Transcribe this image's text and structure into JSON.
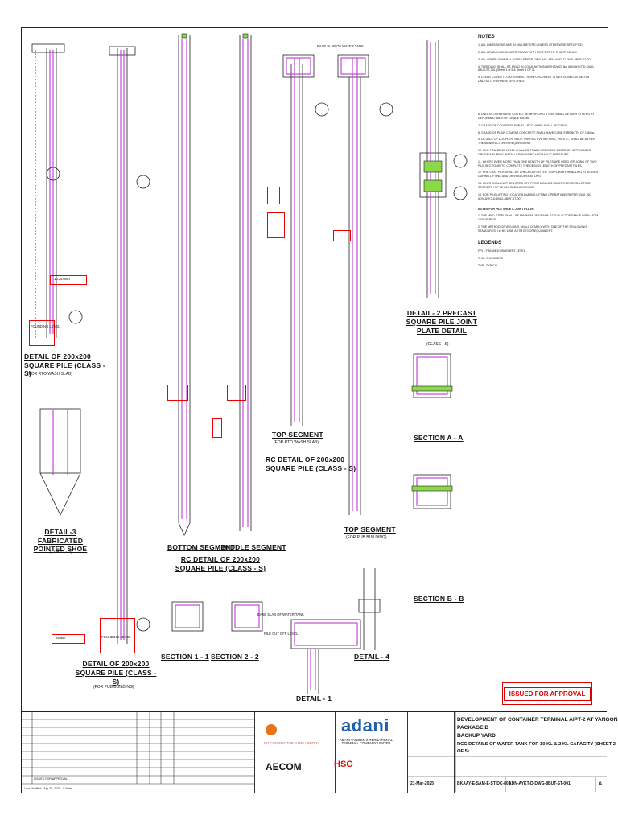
{
  "notes": {
    "header": "NOTES",
    "items": [
      "1. ALL DIMENSIONS ARE IN MILLIMETERS UNLESS OTHERWISE SPECIFIED.",
      "2. ALL LEVELS ARE IN METERS AND WITH RESPECT TO CHART DATUM.",
      "3. ALL OTHER GENERAL NOTES REFER DWG. NO. ADN-AYKT-D-DWG-8BUT-ST-001",
      "4. THIS DWG. SHALL BE READ IN CONJUNCTION WITH DWG. No. ADN-AYKT-D-DWG-8BUT-ST-001 (Sheet 1 of 5 & Sheet 3 OF 5).",
      "5. CLEAR COVER TO OUTERMOST REINFORCEMENT IS MENTIONED AS BELOW UNLESS OTHERWISE SPECIFIED:",
      "6. UNLESS OTHERWISE STATED, REINFORCING STEEL SHALL BE HIGH STRENGTH DEFORMED BARS OF GRADE B500B.",
      "7. GRADE OF CONCRETE FOR ALL RCC WORK SHALL BE C35/45.",
      "8. GRADE OF PLAIN CEMENT CONCRETE SHALL HAVE CUBE STRENGTH OF 15Mpa.",
      "9. DETAILS OF COUPLER, SHOE, PROTECTIVE MS RING, PIN ETC. SHALL BE AS PER THE MANUFACTURER REQUIREMENT.",
      "10. PILE FOUNDING LEVEL SHALL BE FINALLY DECIDED BASED ON SETTLEMENT CRITERIA DURING INSTALLATION USING HYDRAULIC PRESSURE.",
      "11. WHERE EVER MORE THAN ONE LENGTH OF PILES ARE USED (SPLICING OF TWO PILE SECTIONS) TO COMPLETE THE DESIGN LENGTH OF PRECAST PILES.",
      "12. PRE CAST PILE SHALL BE CHECKED FOR THE TEMPORARY HANDLING STRESSES DURING LIFTING AND DRIVING OPERATIONS.",
      "13. PILES SHALL NOT BE LIFTED OFF FROM MOULDS UNLESS DESIRED LIFTING STRENGTH OF 65 HAS BEEN ACHIEVED.",
      "14. FOR PILE LIFTING LOCATION DURING LIFTING OPERATIONS REFER DWG. NO. ADN-AYKT-D-DWG-8BUT-ST-007"
    ],
    "shoe_header": "NOTES FOR PILE SHOE & JOINT PLATE",
    "shoe_items": [
      "1. THE MILD STEEL SHALL BE MINIMUM OF GRADE S275 IN ACCORDANCE WITH ASTM 1035 SERIES.",
      "2. THE METHOD OF WELDING SHALL COMPLY WITH ONE OF THE FOLLOWING STANDARDS: i.e. BS 1958, ASTM E70 OR EQUIVALENT."
    ],
    "legends_header": "LEGENDS",
    "legends": [
      "FPL - FINISHED PAVEMENT LEVEL",
      "THK - THICKNESS",
      "TYP - TYPICAL"
    ]
  },
  "details": {
    "d1_title": "DETAIL OF 200x200 SQUARE PILE (CLASS - S)",
    "d1_sub": "(FOR RTO WASH SLAB)",
    "d2_title": "DETAIL OF 200x200 SQUARE PILE (CLASS - S)",
    "d2_sub": "(FOR PUB BUILDING)",
    "d3_title": "DETAIL-3 FABRICATED POINTED SHOE",
    "d3_sub": "(CLASS - S)",
    "bottom_seg": "BOTTOM SEGMENT",
    "middle_seg": "MIDDLE SEGMENT",
    "rc_detail_1": "RC DETAIL OF 200x200 SQUARE PILE (CLASS - S)",
    "top_seg_1": "TOP SEGMENT",
    "top_seg_1_sub": "(FOR RTO WASH SLAB)",
    "rc_detail_2": "RC DETAIL OF 200x200 SQUARE PILE (CLASS - S)",
    "top_seg_2": "TOP SEGMENT",
    "top_seg_2_sub": "(FOR PUB BUILDING)",
    "d2_joint": "DETAIL- 2 PRECAST SQUARE PILE JOINT PLATE DETAIL",
    "d2_joint_sub": "(CLASS - S)",
    "sec_aa": "SECTION A - A",
    "sec_bb": "SECTION B - B",
    "sec_11": "SECTION 1 - 1",
    "sec_22": "SECTION 2 - 2",
    "detail4": "DETAIL - 4",
    "detail1": "DETAIL - 1",
    "founding": "FOUNDING LEVEL",
    "base_slab": "BASE SLAB OF WATER TANK",
    "pile_cut": "PILE CUT OFF LEVEL",
    "red_label_1": "10.244mm",
    "red_label_2": "25.887"
  },
  "stamp": {
    "text": "ISSUED FOR APPROVAL"
  },
  "titleblock": {
    "project_lines": [
      "DEVELOPMENT OF CONTAINER TERMINAL AIPT-2 AT YANGON",
      "PACKAGE B",
      "BACKUP YARD",
      "RCC DETAILS OF WATER TANK FOR 10 KL & 2 KL CAPACITY (SHEET 2 OF 5)"
    ],
    "client": "adani",
    "client_sub": "ADANI YANGON INTERNATIONAL TERMINAL COMPANY LIMITED",
    "consultant": "AECOM",
    "contractor": "HSG",
    "epc": "NO CONTRACTOR NAME LIMITED",
    "doc_no": "ADN-AYKT-D-DWG-8BUT-ST-001",
    "contractor_no": "BKAAY-E-SAM-E-ST-DC-801",
    "rev": "A",
    "date": "21-Mar-2025",
    "rev_row": "ISSUED FOR APPROVAL",
    "last_modified": "Last Modified - Apr 28, 2025 - 9:45am"
  }
}
